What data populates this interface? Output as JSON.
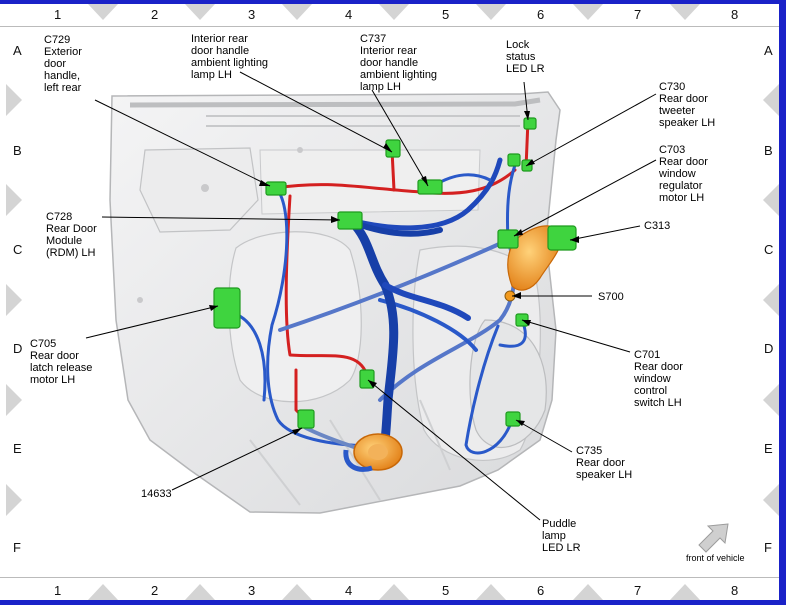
{
  "grid": {
    "columns": [
      "1",
      "2",
      "3",
      "4",
      "5",
      "6",
      "7",
      "8"
    ],
    "rows": [
      "A",
      "B",
      "C",
      "D",
      "E",
      "F"
    ]
  },
  "labels": {
    "c729": [
      "C729",
      "Exterior",
      "door",
      "handle,",
      "left rear"
    ],
    "interior_lamp": [
      "Interior rear",
      "door handle",
      "ambient lighting",
      "lamp LH"
    ],
    "c737": [
      "C737",
      "Interior rear",
      "door handle",
      "ambient lighting",
      "lamp LH"
    ],
    "lock_led": [
      "Lock",
      "status",
      "LED LR"
    ],
    "c730": [
      "C730",
      "Rear door",
      "tweeter",
      "speaker LH"
    ],
    "c703": [
      "C703",
      "Rear door",
      "window",
      "regulator",
      "motor LH"
    ],
    "c313": [
      "C313"
    ],
    "c728": [
      "C728",
      "Rear Door",
      "Module",
      "(RDM) LH"
    ],
    "s700": [
      "S700"
    ],
    "c705": [
      "C705",
      "Rear door",
      "latch release",
      "motor LH"
    ],
    "c701": [
      "C701",
      "Rear door",
      "window",
      "control",
      "switch LH"
    ],
    "c735": [
      "C735",
      "Rear door",
      "speaker LH"
    ],
    "h14633": [
      "14633"
    ],
    "puddle": [
      "Puddle",
      "lamp",
      "LED LR"
    ]
  },
  "direction": {
    "text": "front of vehicle"
  },
  "colors": {
    "frame_blue": "#1a22c8",
    "wire_blue": "#1f4fc4",
    "wire_red": "#d42020",
    "connector_green": "#3fd43f",
    "harness_orange": "#f29a1e",
    "door_gray": "#e6e7e8"
  }
}
